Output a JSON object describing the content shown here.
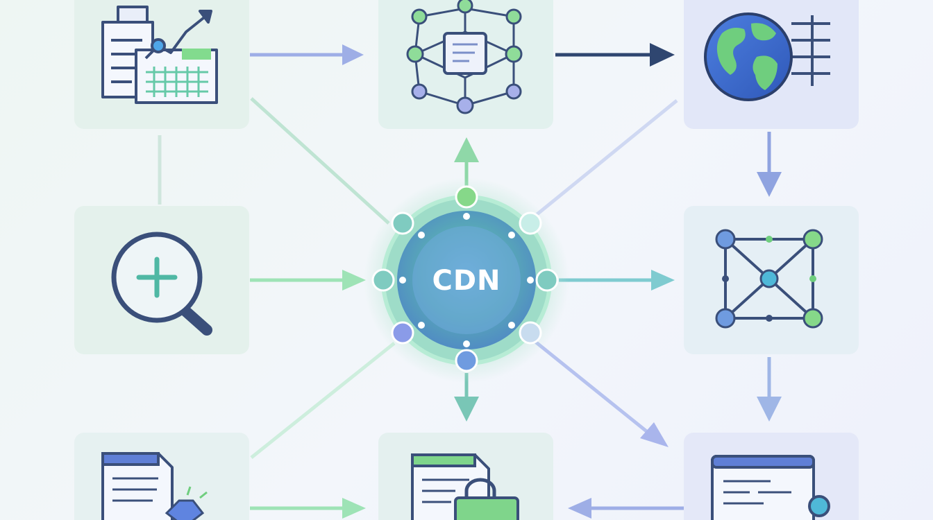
{
  "hub": {
    "label": "CDN"
  },
  "palette": {
    "navy": "#3a4f7a",
    "green": "#7fd58b",
    "teal": "#4fb8b4",
    "blue": "#6f8fdc",
    "purple": "#9fa8e6",
    "tile_green": "#e3f1ec",
    "tile_blue": "#e4e9f8"
  },
  "nodes": [
    {
      "id": "analytics",
      "icon": "analytics-dashboard-icon"
    },
    {
      "id": "network-doc",
      "icon": "network-document-icon"
    },
    {
      "id": "globe",
      "icon": "globe-grid-icon"
    },
    {
      "id": "search",
      "icon": "magnifier-plus-icon"
    },
    {
      "id": "mesh",
      "icon": "mesh-network-icon"
    },
    {
      "id": "doc-gem",
      "icon": "document-gem-icon"
    },
    {
      "id": "doc-lock",
      "icon": "document-lock-icon"
    },
    {
      "id": "browser",
      "icon": "browser-window-icon"
    }
  ]
}
